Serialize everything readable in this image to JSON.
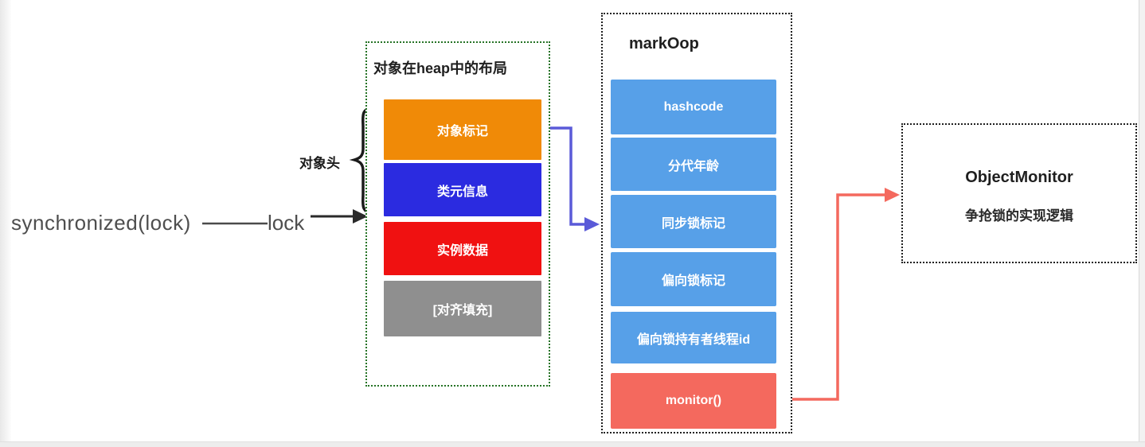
{
  "left": {
    "code_label": "synchronized(lock)",
    "lock_label": "lock",
    "object_header_label": "对象头"
  },
  "heap_box": {
    "title": "对象在heap中的布局",
    "blocks": [
      {
        "label": "对象标记",
        "color": "#F08A07"
      },
      {
        "label": "类元信息",
        "color": "#2B2BE0"
      },
      {
        "label": "实例数据",
        "color": "#F01111"
      },
      {
        "label": "[对齐填充]",
        "color": "#8F8F8F"
      }
    ]
  },
  "markoop_box": {
    "title": "markOop",
    "blocks": [
      {
        "label": "hashcode",
        "color": "#57A0E8"
      },
      {
        "label": "分代年龄",
        "color": "#57A0E8"
      },
      {
        "label": "同步锁标记",
        "color": "#57A0E8"
      },
      {
        "label": "偏向锁标记",
        "color": "#57A0E8"
      },
      {
        "label": "偏向锁持有者线程id",
        "color": "#57A0E8"
      },
      {
        "label": "monitor()",
        "color": "#F4695E"
      }
    ]
  },
  "monitor_box": {
    "title": "ObjectMonitor",
    "subtitle": "争抢锁的实现逻辑"
  },
  "connections": [
    {
      "from": "synchronized(lock)",
      "to": "对象在heap中的布局",
      "via": "lock",
      "color": "#333333"
    },
    {
      "from": "对象标记",
      "to": "markOop / 同步锁标记",
      "color": "#5A5AD8"
    },
    {
      "from": "monitor()",
      "to": "ObjectMonitor",
      "color": "#F4695E"
    }
  ],
  "colors": {
    "heap_border": "#267326",
    "box_border": "#1F1F1F",
    "blue_arrow": "#5A5AD8",
    "red_arrow": "#F4695E",
    "black_arrow": "#333333",
    "background": "#FFFFFF"
  }
}
